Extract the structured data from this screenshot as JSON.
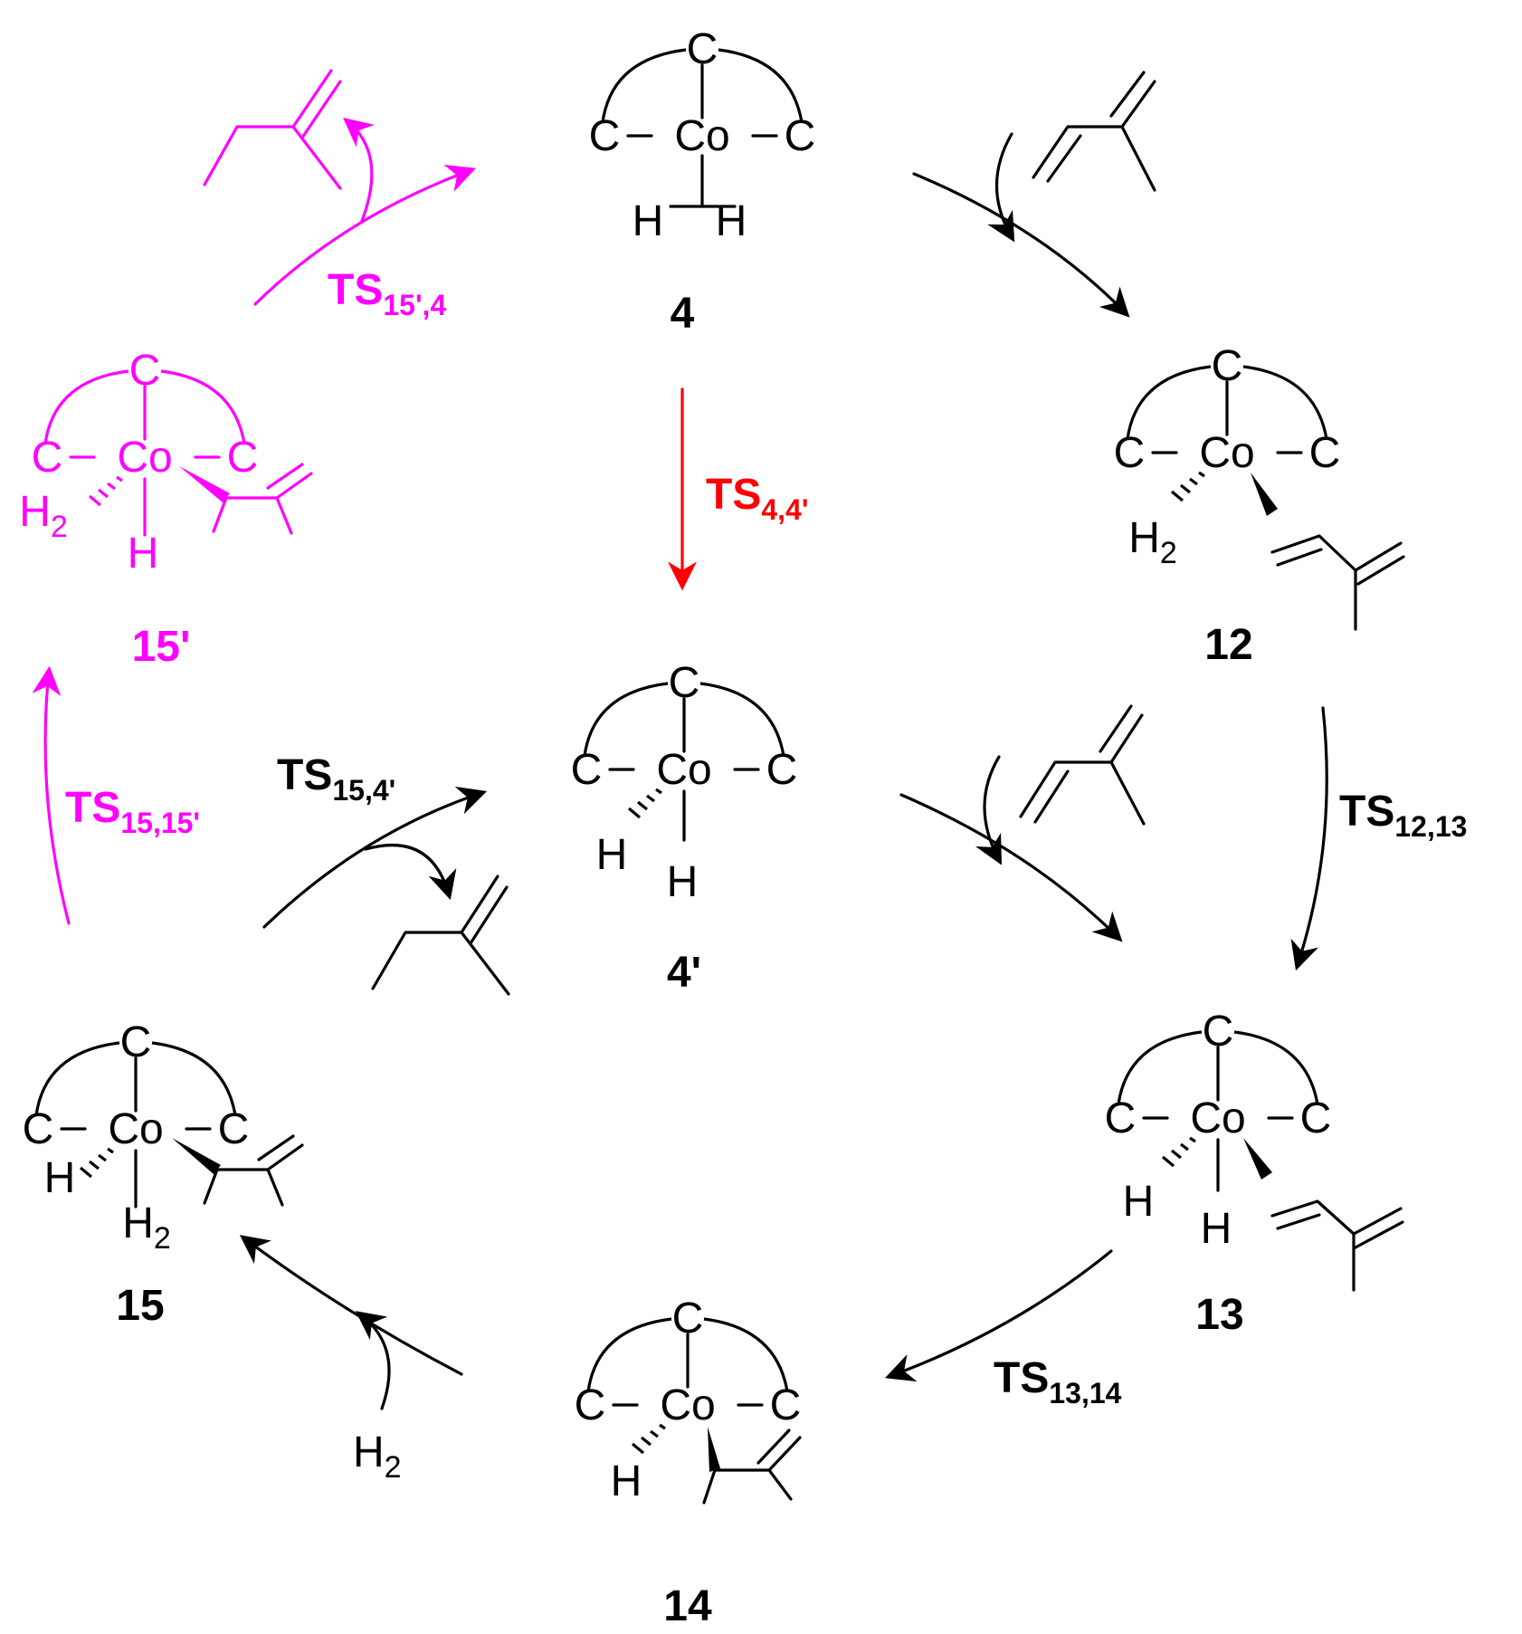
{
  "atoms": {
    "carbon": "C",
    "cobalt": "Co",
    "hydrogen": "H",
    "h2_base": "H",
    "h2_sub": "2"
  },
  "compounds": {
    "c4": "4",
    "c4p": "4'",
    "c12": "12",
    "c13": "13",
    "c14": "14",
    "c15": "15",
    "c15p": "15'"
  },
  "transition_states": {
    "ts_15p_4": {
      "base": "TS",
      "sub": "15',4"
    },
    "ts_4_4p": {
      "base": "TS",
      "sub": "4,4'"
    },
    "ts_12_13": {
      "base": "TS",
      "sub": "12,13"
    },
    "ts_13_14": {
      "base": "TS",
      "sub": "13,14"
    },
    "ts_15_4p": {
      "base": "TS",
      "sub": "15,4'"
    },
    "ts_15_15p": {
      "base": "TS",
      "sub": "15,15'"
    }
  },
  "reagent": {
    "base": "H",
    "sub": "2"
  },
  "colors": {
    "main": "#000000",
    "highlight": "#ff00ff",
    "red_path": "#ff0000"
  }
}
